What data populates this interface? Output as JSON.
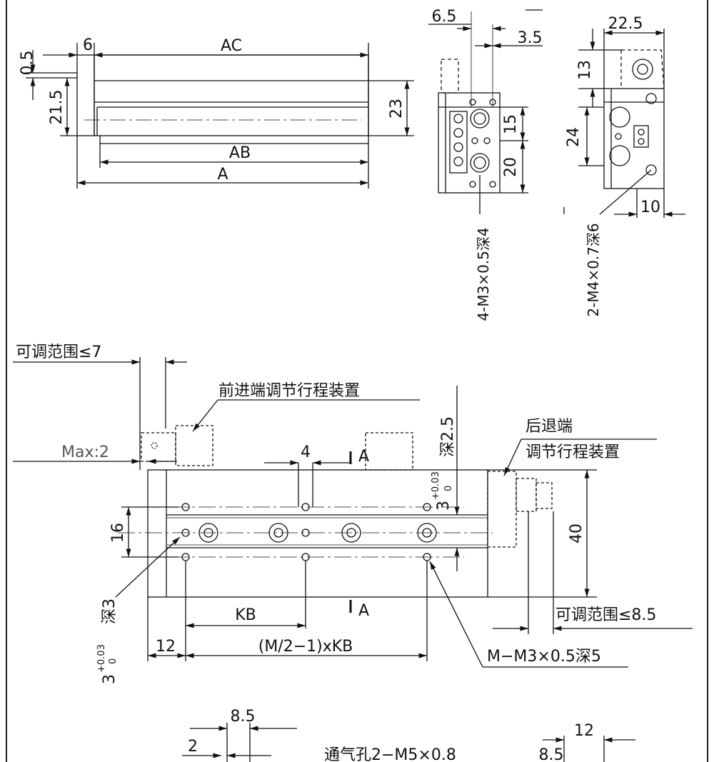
{
  "top_view": {
    "dim_0_5": "0.5",
    "dim_6": "6",
    "dim_ac": "AC",
    "dim_21_5": "21.5",
    "dim_23": "23",
    "dim_ab": "AB",
    "dim_a": "A"
  },
  "end_view_left": {
    "dim_6_5": "6.5",
    "dim_3_5": "3.5",
    "dim_15": "15",
    "dim_20": "20",
    "thread_note": "4-M3×0.5深4"
  },
  "end_view_right": {
    "dim_22_5": "22.5",
    "dim_13": "13",
    "dim_24": "24",
    "dim_10": "10",
    "thread_note": "2-M4×0.7深6"
  },
  "main_view": {
    "adj_range_front": "可调范围≤7",
    "front_stroke_device": "前进端调节行程装置",
    "max_2": "Max:2",
    "dim_4": "4",
    "section_a_top": "A",
    "pin_hole_top": "3",
    "pin_hole_top_tol": "+0.03",
    "pin_hole_top_tol_low": "0",
    "depth_2_5": "深2.5",
    "rear_end_label": "后退端",
    "rear_stroke_device": "调节行程装置",
    "dim_16": "16",
    "dim_40": "40",
    "pin_hole_left": "3",
    "pin_hole_left_tol": "+0.03",
    "pin_hole_left_tol_low": "0",
    "depth_3": "深3",
    "dim_kb": "KB",
    "section_a_bottom": "A",
    "adj_range_rear": "可调范围≤8.5",
    "dim_12": "12",
    "dim_m_kb": "(M/2−1)xKB",
    "thread_note_m": "M−M3×0.5深5"
  },
  "bottom_partial": {
    "dim_8_5_left": "8.5",
    "dim_2": "2",
    "vent_note": "通气孔2−M5×0.8",
    "dim_12": "12",
    "dim_8_5_right": "8.5"
  }
}
